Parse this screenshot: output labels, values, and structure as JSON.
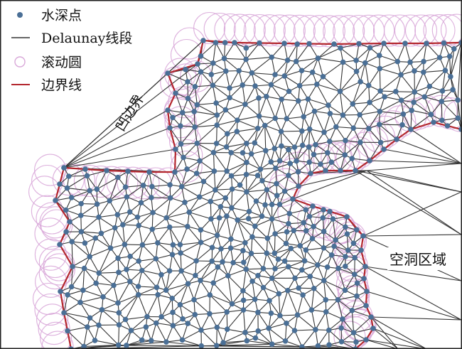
{
  "legend": {
    "items": [
      {
        "key": "points",
        "label": "水深点",
        "color": "#4a6f96"
      },
      {
        "key": "segments",
        "label": "Delaunay线段",
        "color": "#333333"
      },
      {
        "key": "circles",
        "label": "滚动圆",
        "color": "#d4a6d4"
      },
      {
        "key": "boundary",
        "label": "边界线",
        "color": "#b03035"
      }
    ]
  },
  "annotations": {
    "concave": "凹边界",
    "hole": "空洞区域"
  },
  "colors": {
    "point": "#4a6f96",
    "segment": "#333333",
    "circle": "#d9a8d9",
    "boundary": "#b3262d",
    "frame": "#222222"
  }
}
